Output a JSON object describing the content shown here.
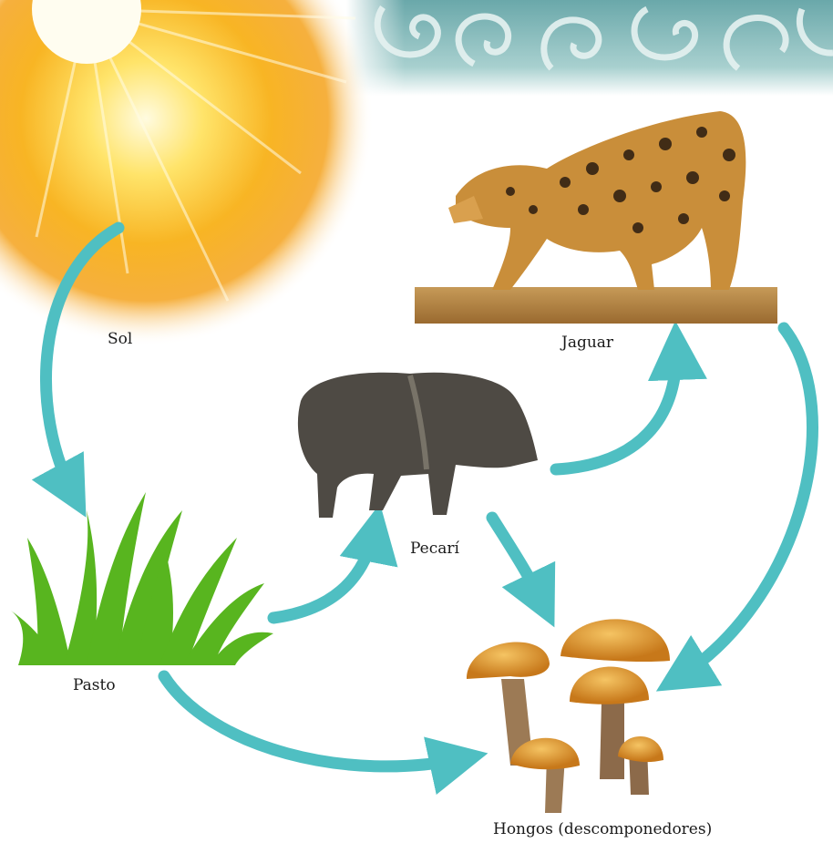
{
  "labels": {
    "sol": "Sol",
    "jaguar": "Jaguar",
    "pecari": "Pecarí",
    "pasto": "Pasto",
    "hongos": "Hongos (descomponedores)"
  },
  "colors": {
    "arrow": "#4fbfc2",
    "sun_core": "#fff8c8",
    "sun_glow": "#f6a81a",
    "banner": "#7fb8ba",
    "grass": "#58b51f",
    "jaguar": "#c88a34",
    "pecari": "#4e4a44",
    "mushroom_cap": "#d98c22",
    "mushroom_stem": "#8c6a4a"
  },
  "icons": [
    "sun-icon",
    "banner-pattern",
    "jaguar-icon",
    "pecari-icon",
    "grass-icon",
    "mushrooms-icon"
  ]
}
